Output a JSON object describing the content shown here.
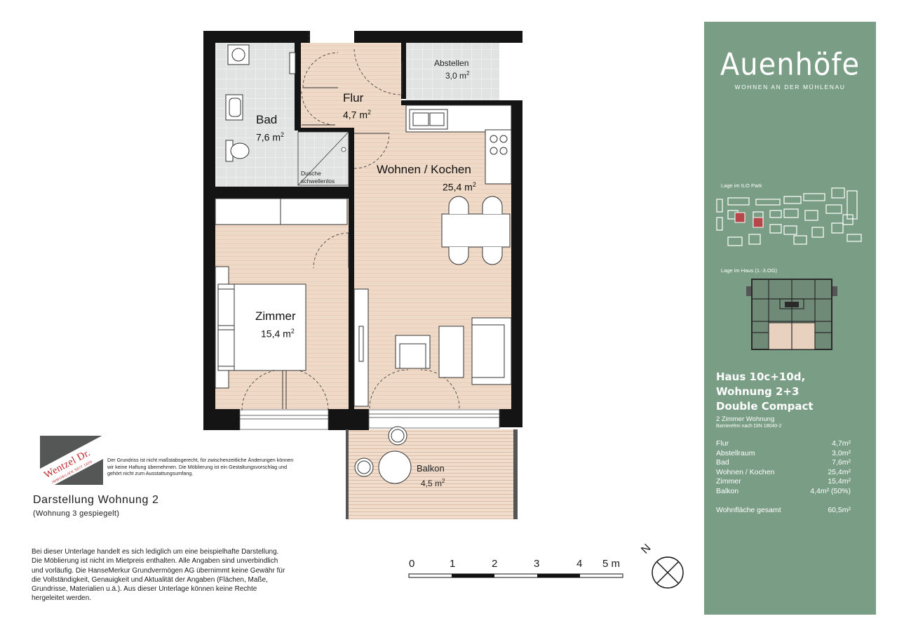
{
  "rooms": {
    "bad": {
      "name": "Bad",
      "area": "7,6 m",
      "unit_sup": "2"
    },
    "flur": {
      "name": "Flur",
      "area": "4,7 m",
      "unit_sup": "2"
    },
    "abstellen": {
      "name": "Abstellen",
      "area": "3,0 m",
      "unit_sup": "2"
    },
    "wohnen": {
      "name": "Wohnen / Kochen",
      "area": "25,4 m",
      "unit_sup": "2"
    },
    "zimmer": {
      "name": "Zimmer",
      "area": "15,4 m",
      "unit_sup": "2"
    },
    "balkon": {
      "name": "Balkon",
      "area": "4,5 m",
      "unit_sup": "2"
    },
    "dusche": {
      "line1": "Dusche",
      "line2": "schwellenlos"
    }
  },
  "brand": {
    "name": "Auenhöfe",
    "tagline": "WOHNEN AN DER MÜHLENAU"
  },
  "panel": {
    "lage_park": "Lage im ILO Park",
    "lage_haus": "Lage im Haus (1.-3.OG)",
    "haus_line1": "Haus 10c+10d,",
    "haus_line2": "Wohnung 2+3",
    "haus_line3": "Double Compact",
    "type": "2 Zimmer Wohnung",
    "barrier": "Barrierefrei nach DIN 18040-2",
    "areas": [
      {
        "label": "Flur",
        "value": "4,7m²"
      },
      {
        "label": "Abstellraum",
        "value": "3,0m²"
      },
      {
        "label": "Bad",
        "value": "7,6m²"
      },
      {
        "label": "Wohnen / Kochen",
        "value": "25,4m²"
      },
      {
        "label": "Zimmer",
        "value": "15,4m²"
      },
      {
        "label": "Balkon",
        "value": "4,4m² (50%)"
      }
    ],
    "total_label": "Wohnfläche gesamt",
    "total_value": "60,5m²",
    "accent": "#7a9d85",
    "marker_color": "#b5474b"
  },
  "logo": {
    "text": "Wentzel Dr.",
    "sub": "IMMOBILIEN SEIT 1820",
    "color": "#c0282d"
  },
  "disclaimer_small": "Der Grundriss ist nicht maßstabsgerecht, für zwischenzeitliche Änderungen können wir keine Haftung übernehmen. Die Möblierung ist ein Gestaltungsvorschlag und gehört nicht zum Ausstattungsumfang.",
  "darstellung": {
    "title": "Darstellung Wohnung 2",
    "subtitle": "(Wohnung 3 gespiegelt)"
  },
  "disclaimer_main": "Bei dieser Unterlage handelt es sich lediglich um eine beispielhafte Darstellung. Die Möblierung ist nicht im Mietpreis enthalten. Alle Angaben sind unverbindlich und vorläufig. Die HanseMerkur Grundvermögen AG übernimmt keine Gewähr für die Vollständigkeit, Genauigkeit und Aktualität der Angaben (Flächen, Maße, Grundrisse, Materialien u.ä.). Aus dieser Unterlage können keine Rechte hergeleitet werden.",
  "scale": {
    "labels": [
      "0",
      "1",
      "2",
      "3",
      "4",
      "5 m"
    ]
  },
  "north": "N"
}
